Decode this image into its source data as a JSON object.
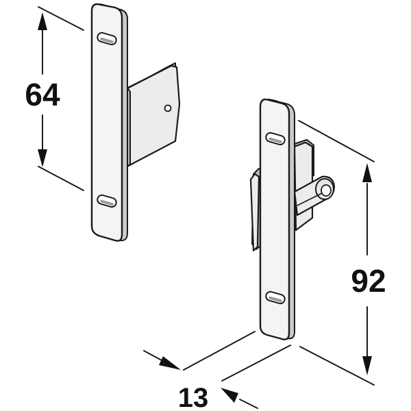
{
  "dimensions": {
    "height_left": "64",
    "height_right": "92",
    "depth": "13"
  }
}
